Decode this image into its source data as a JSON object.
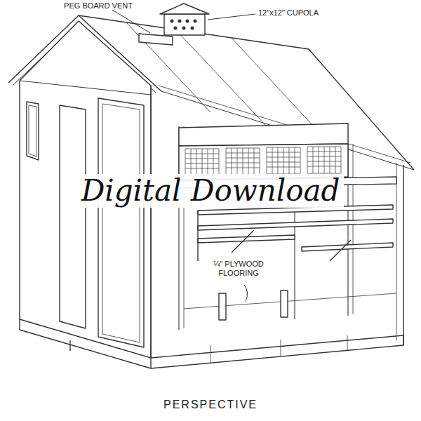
{
  "diagram": {
    "caption": "PERSPECTIVE",
    "labels": [
      "PEG BOARD VENT",
      "12\"x12\" CUPOLA",
      "¼\" PLYWOOD FLOORING",
      "Digital Download"
    ]
  }
}
